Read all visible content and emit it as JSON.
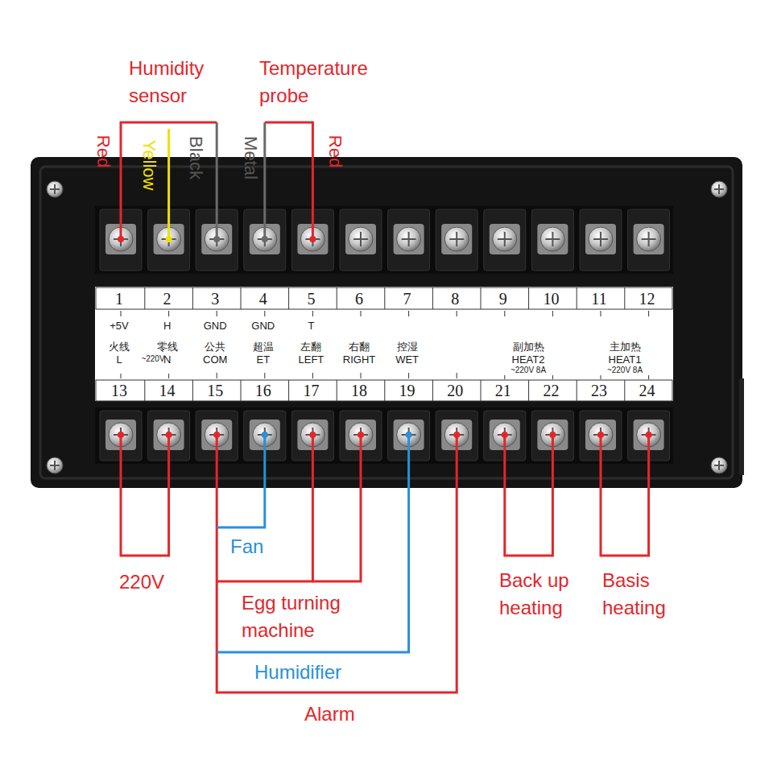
{
  "diagram": {
    "nodes": [
      {
        "text": [
          "1",
          "2",
          "3",
          "4",
          "5",
          "6",
          "7",
          "8",
          "9",
          "10",
          "11",
          "12",
          "+5V",
          "H",
          "GND",
          "GND",
          "T",
          "火线",
          "零线",
          "公共",
          "超温",
          "左翻",
          "右翻",
          "控湿",
          "副加热",
          "主加热",
          "L",
          "~220V",
          "N",
          "COM",
          "ET",
          "LEFT",
          "RIGHT",
          "WET",
          "HEAT2",
          "HEAT1",
          "~220V 8A",
          "~220V 8A",
          "13",
          "14",
          "15",
          "16",
          "17",
          "18",
          "19",
          "20",
          "21",
          "22",
          "23",
          "24"
        ]
      }
    ],
    "labels": [
      "Humidity sensor",
      "Temperature probe",
      "Red",
      "Yellow",
      "Black",
      "Metal",
      "Red",
      "Fan",
      "220V",
      "Egg turning machine",
      "Back up heating",
      "Basis heating",
      "Humidifier",
      "Alarm"
    ]
  }
}
